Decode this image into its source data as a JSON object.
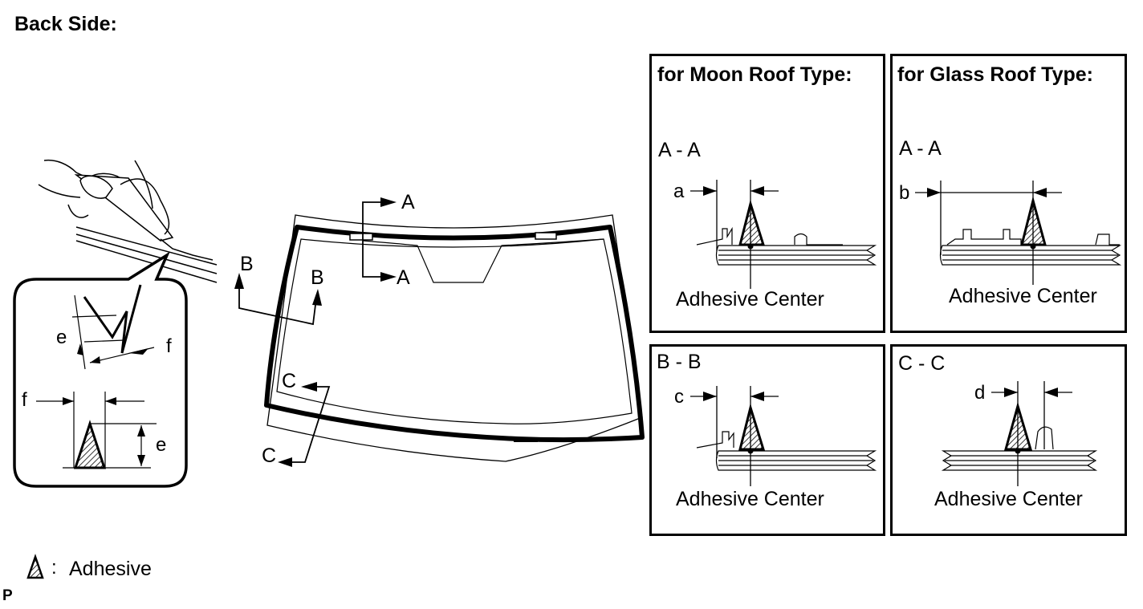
{
  "page_title": "Back Side:",
  "legend": {
    "separator": ":",
    "text": "Adhesive"
  },
  "footer_code": "P",
  "detail": {
    "dim_e": "e",
    "dim_f": "f",
    "dim_e2": "e",
    "dim_f2": "f"
  },
  "windshield": {
    "cut_a_top": "A",
    "cut_a_bottom": "A",
    "cut_b_left": "B",
    "cut_b_right": "B",
    "cut_c_top": "C",
    "cut_c_bottom": "C"
  },
  "panels": {
    "moon_roof": {
      "title": "for Moon Roof Type:",
      "section": "A - A",
      "dim": "a",
      "caption": "Adhesive Center"
    },
    "glass_roof": {
      "title": "for Glass Roof Type:",
      "section": "A - A",
      "dim": "b",
      "caption": "Adhesive Center"
    },
    "section_b": {
      "section": "B - B",
      "dim": "c",
      "caption": "Adhesive Center"
    },
    "section_c": {
      "section": "C - C",
      "dim": "d",
      "caption": "Adhesive Center"
    }
  }
}
